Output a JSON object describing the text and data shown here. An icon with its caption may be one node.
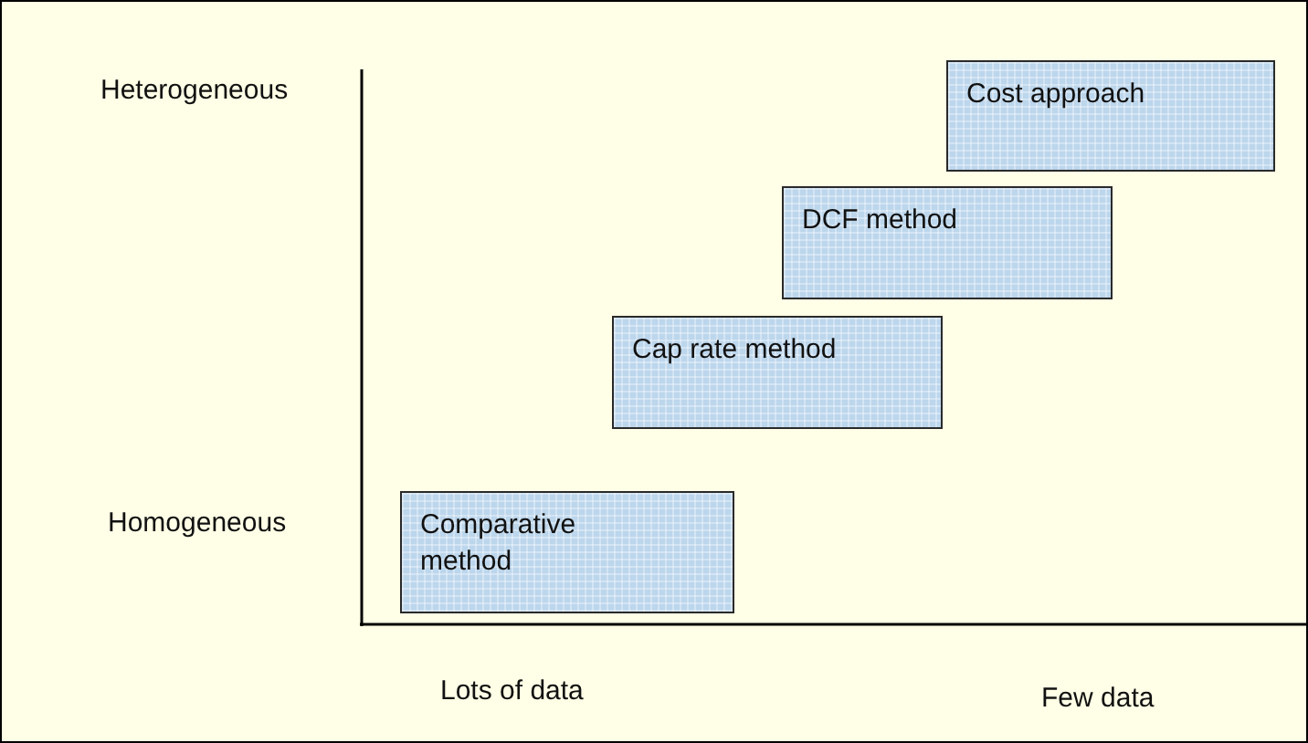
{
  "diagram": {
    "nodes": [
      {
        "text": [
          "Cost approach"
        ]
      },
      {
        "text": [
          "DCF method"
        ]
      },
      {
        "text": [
          "Cap rate method"
        ]
      },
      {
        "text": [
          "Comparative method"
        ]
      }
    ],
    "labels": [
      "Heterogeneous",
      "Homogeneous",
      "Lots of data",
      "Few data"
    ]
  }
}
